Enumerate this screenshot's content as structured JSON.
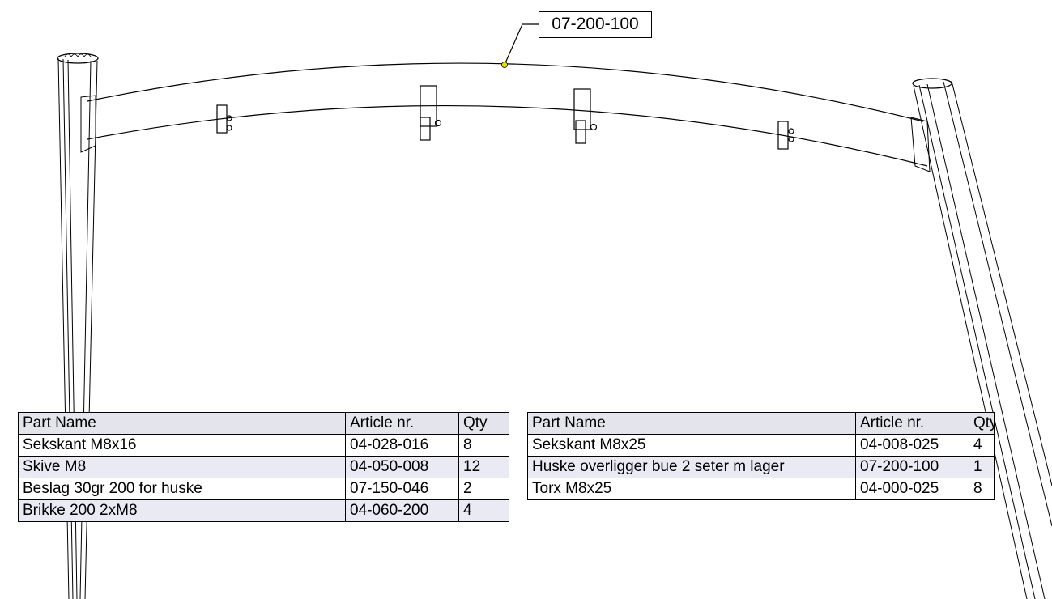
{
  "callout": {
    "label": "07-200-100"
  },
  "bom_left": {
    "headers": {
      "part_name": "Part Name",
      "article": "Article nr.",
      "qty": "Qty"
    },
    "rows": [
      {
        "part_name": "Sekskant M8x16",
        "article": "04-028-016",
        "qty": "8"
      },
      {
        "part_name": "Skive M8",
        "article": "04-050-008",
        "qty": "12"
      },
      {
        "part_name": "Beslag 30gr 200 for huske",
        "article": "07-150-046",
        "qty": "2"
      },
      {
        "part_name": "Brikke 200 2xM8",
        "article": "04-060-200",
        "qty": "4"
      }
    ]
  },
  "bom_right": {
    "headers": {
      "part_name": "Part Name",
      "article": "Article nr.",
      "qty": "Qty"
    },
    "rows": [
      {
        "part_name": "Sekskant M8x25",
        "article": "04-008-025",
        "qty": "4"
      },
      {
        "part_name": "Huske overligger bue 2 seter m lager",
        "article": "07-200-100",
        "qty": "1"
      },
      {
        "part_name": "Torx M8x25",
        "article": "04-000-025",
        "qty": "8"
      }
    ]
  },
  "colors": {
    "line": "#000000",
    "table_stripe": "#eaeaf4",
    "callout_dot": "#e8e000"
  }
}
